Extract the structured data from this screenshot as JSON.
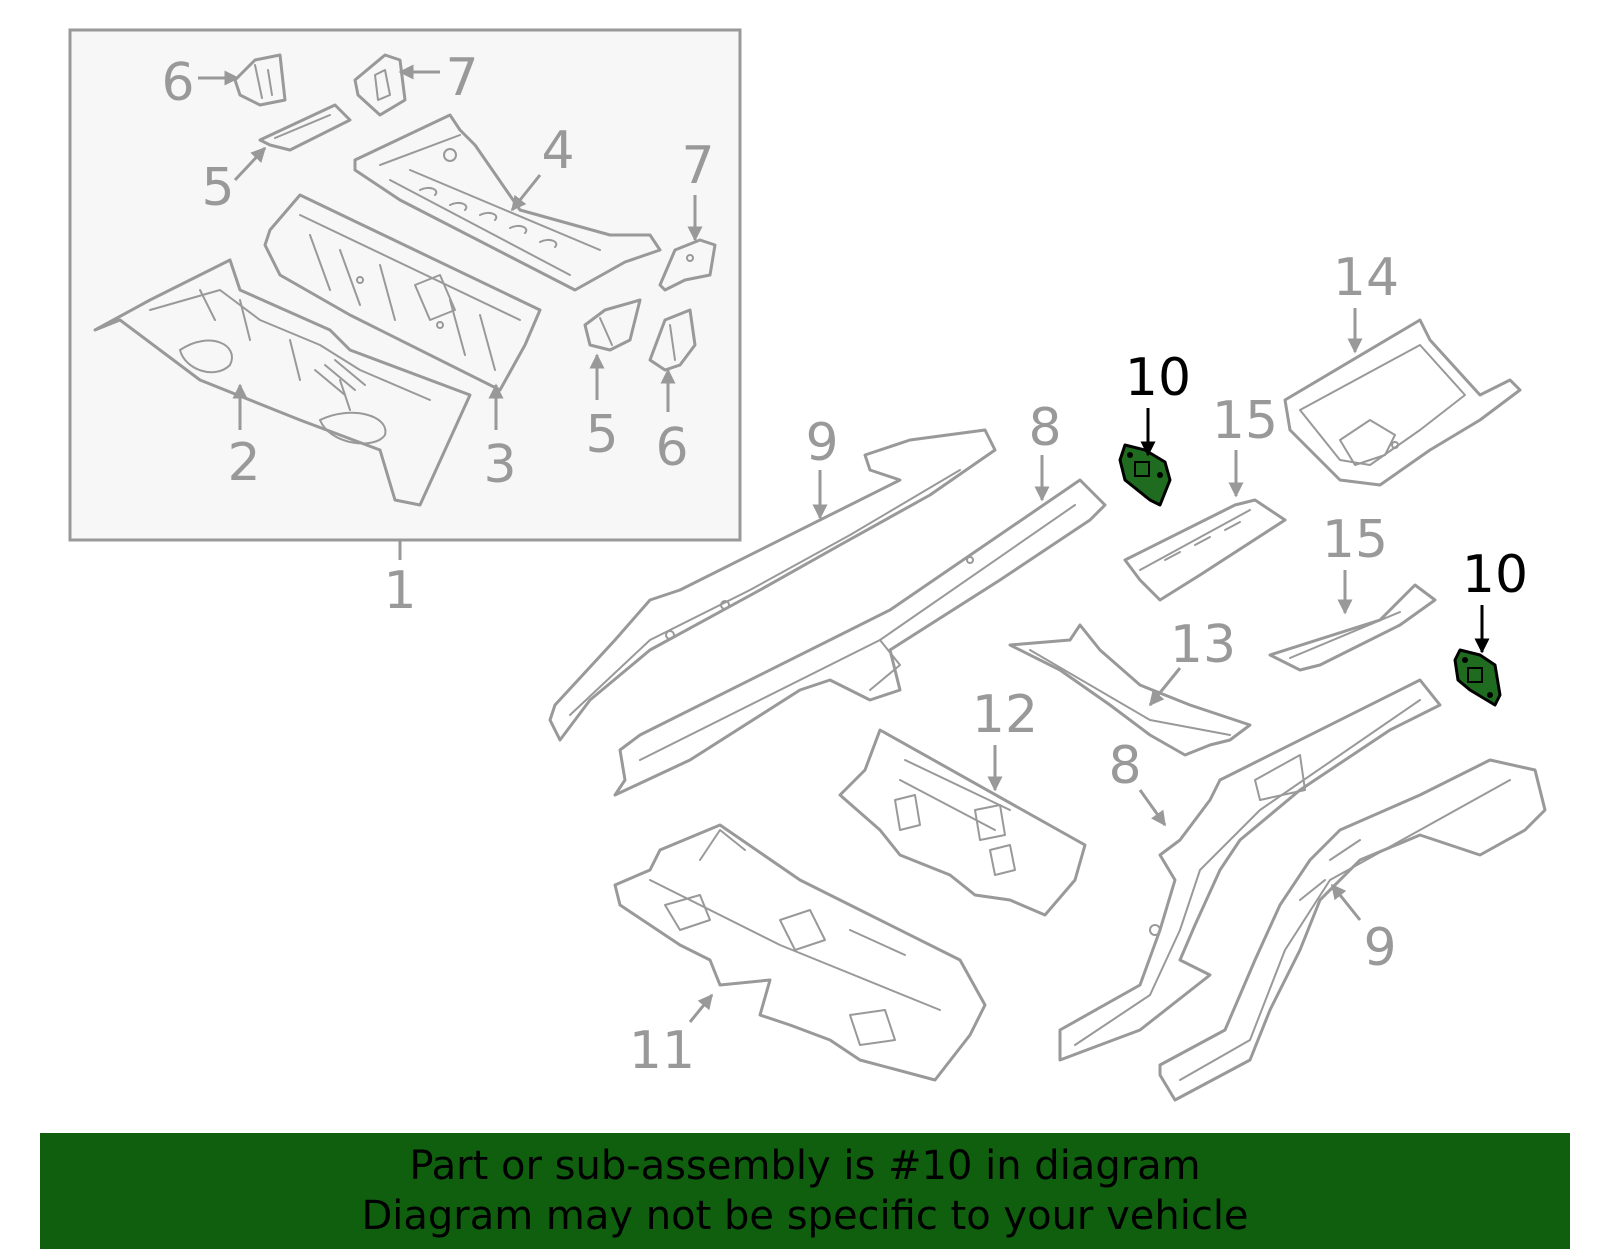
{
  "callouts": {
    "c1": "1",
    "c2": "2",
    "c3": "3",
    "c4": "4",
    "c5a": "5",
    "c5b": "5",
    "c6a": "6",
    "c6b": "6",
    "c7a": "7",
    "c7b": "7",
    "c8a": "8",
    "c8b": "8",
    "c9a": "9",
    "c9b": "9",
    "c10a": "10",
    "c10b": "10",
    "c11": "11",
    "c12": "12",
    "c13": "13",
    "c14": "14",
    "c15a": "15",
    "c15b": "15"
  },
  "highlight_part": "10",
  "colors": {
    "line": "#999999",
    "highlight_text": "#000000",
    "highlight_part_fill": "#1f6b1f",
    "banner": "#0f5f0f"
  },
  "banner": {
    "line1": "Part or sub-assembly is #10 in diagram",
    "line2": "Diagram may not be specific to your vehicle"
  }
}
